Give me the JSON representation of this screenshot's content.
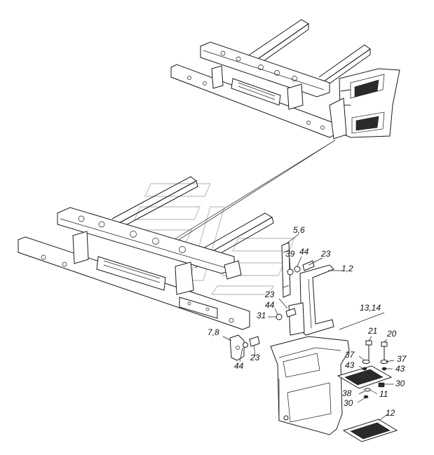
{
  "diagram": {
    "callouts": [
      {
        "id": "c-5-6",
        "text": "5,6"
      },
      {
        "id": "c-39",
        "text": "39"
      },
      {
        "id": "c-44-top",
        "text": "44"
      },
      {
        "id": "c-23-top",
        "text": "23"
      },
      {
        "id": "c-1-2",
        "text": "1,2"
      },
      {
        "id": "c-23-mid",
        "text": "23"
      },
      {
        "id": "c-44-mid",
        "text": "44"
      },
      {
        "id": "c-31",
        "text": "31"
      },
      {
        "id": "c-13-14",
        "text": "13,14"
      },
      {
        "id": "c-7-8",
        "text": "7,8"
      },
      {
        "id": "c-44-low",
        "text": "44"
      },
      {
        "id": "c-23-low",
        "text": "23"
      },
      {
        "id": "c-21",
        "text": "21"
      },
      {
        "id": "c-20",
        "text": "20"
      },
      {
        "id": "c-37-left",
        "text": "37"
      },
      {
        "id": "c-37-right",
        "text": "37"
      },
      {
        "id": "c-43-left",
        "text": "43"
      },
      {
        "id": "c-43-right",
        "text": "43"
      },
      {
        "id": "c-30-right",
        "text": "30"
      },
      {
        "id": "c-38",
        "text": "38"
      },
      {
        "id": "c-11",
        "text": "11"
      },
      {
        "id": "c-30-left",
        "text": "30"
      },
      {
        "id": "c-12",
        "text": "12"
      }
    ]
  }
}
